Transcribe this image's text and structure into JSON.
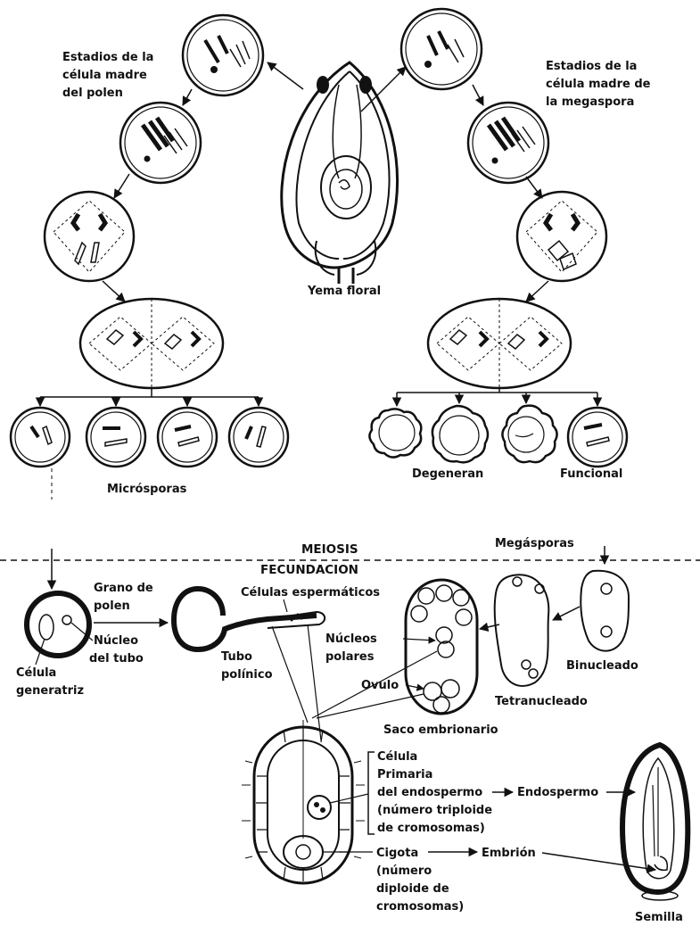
{
  "labels": {
    "pollen_mother_cell": [
      "Estadios de la",
      "célula madre",
      "del polen"
    ],
    "megaspore_mother_cell": [
      "Estadios de la",
      "célula madre de",
      "la megaspora"
    ],
    "floral_bud": "Yema floral",
    "microspores": "Micrósporas",
    "degenerate": "Degeneran",
    "functional": "Funcional",
    "meiosis": "MEIOSIS",
    "fertilization": "FECUNDACION",
    "megaspores": "Megásporas",
    "pollen_grain": [
      "Grano de",
      "polen"
    ],
    "tube_nucleus": [
      "Núcleo",
      "del tubo"
    ],
    "generative_cell": [
      "Célula",
      "generatriz"
    ],
    "sperm_cells": "Células espermáticos",
    "pollen_tube": [
      "Tubo",
      "polínico"
    ],
    "polar_nuclei": [
      "Núcleos",
      "polares"
    ],
    "ovule": "Ovulo",
    "binucleate": "Binucleado",
    "tetranucleate": "Tetranucleado",
    "embryo_sac": "Saco embrionario",
    "primary_endosperm_cell": [
      "Célula",
      "Primaria",
      "del endospermo",
      "(número triploide",
      "de cromosomas)"
    ],
    "endosperm": "Endospermo",
    "zygote": [
      "Cigota",
      "(número",
      "diploide de",
      "cromosomas)"
    ],
    "embryo": "Embrión",
    "seed": "Semilla"
  }
}
